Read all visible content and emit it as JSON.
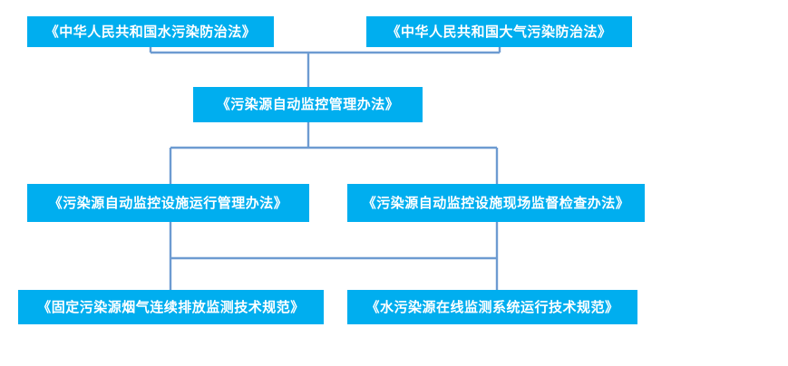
{
  "diagram": {
    "type": "hierarchy-flowchart",
    "orientation": "top-down",
    "colors": {
      "box_fill": "#00AEEF",
      "box_text": "#FFFFFF",
      "connector": "#6D9BD1",
      "background": "#FFFFFF"
    },
    "levels": [
      {
        "level": 1,
        "nodes": [
          "water_law",
          "air_law"
        ]
      },
      {
        "level": 2,
        "nodes": [
          "auto_monitor_admin"
        ]
      },
      {
        "level": 3,
        "nodes": [
          "facility_operation",
          "facility_inspection"
        ]
      },
      {
        "level": 4,
        "nodes": [
          "stack_gas_cems",
          "water_online_spec"
        ]
      }
    ],
    "nodes": {
      "water_law": {
        "label": "《中华人民共和国水污染防治法》"
      },
      "air_law": {
        "label": "《中华人民共和国大气污染防治法》"
      },
      "auto_monitor_admin": {
        "label": "《污染源自动监控管理办法》"
      },
      "facility_operation": {
        "label": "《污染源自动监控设施运行管理办法》"
      },
      "facility_inspection": {
        "label": "《污染源自动监控设施现场监督检查办法》"
      },
      "stack_gas_cems": {
        "label": "《固定污染源烟气连续排放监测技术规范》"
      },
      "water_online_spec": {
        "label": "《水污染源在线监测系统运行技术规范》"
      }
    },
    "edges": [
      {
        "from": "water_law",
        "to": "auto_monitor_admin"
      },
      {
        "from": "air_law",
        "to": "auto_monitor_admin"
      },
      {
        "from": "auto_monitor_admin",
        "to": "facility_operation"
      },
      {
        "from": "auto_monitor_admin",
        "to": "facility_inspection"
      },
      {
        "from": "facility_operation",
        "to": "stack_gas_cems"
      },
      {
        "from": "facility_inspection",
        "to": "water_online_spec"
      }
    ]
  }
}
